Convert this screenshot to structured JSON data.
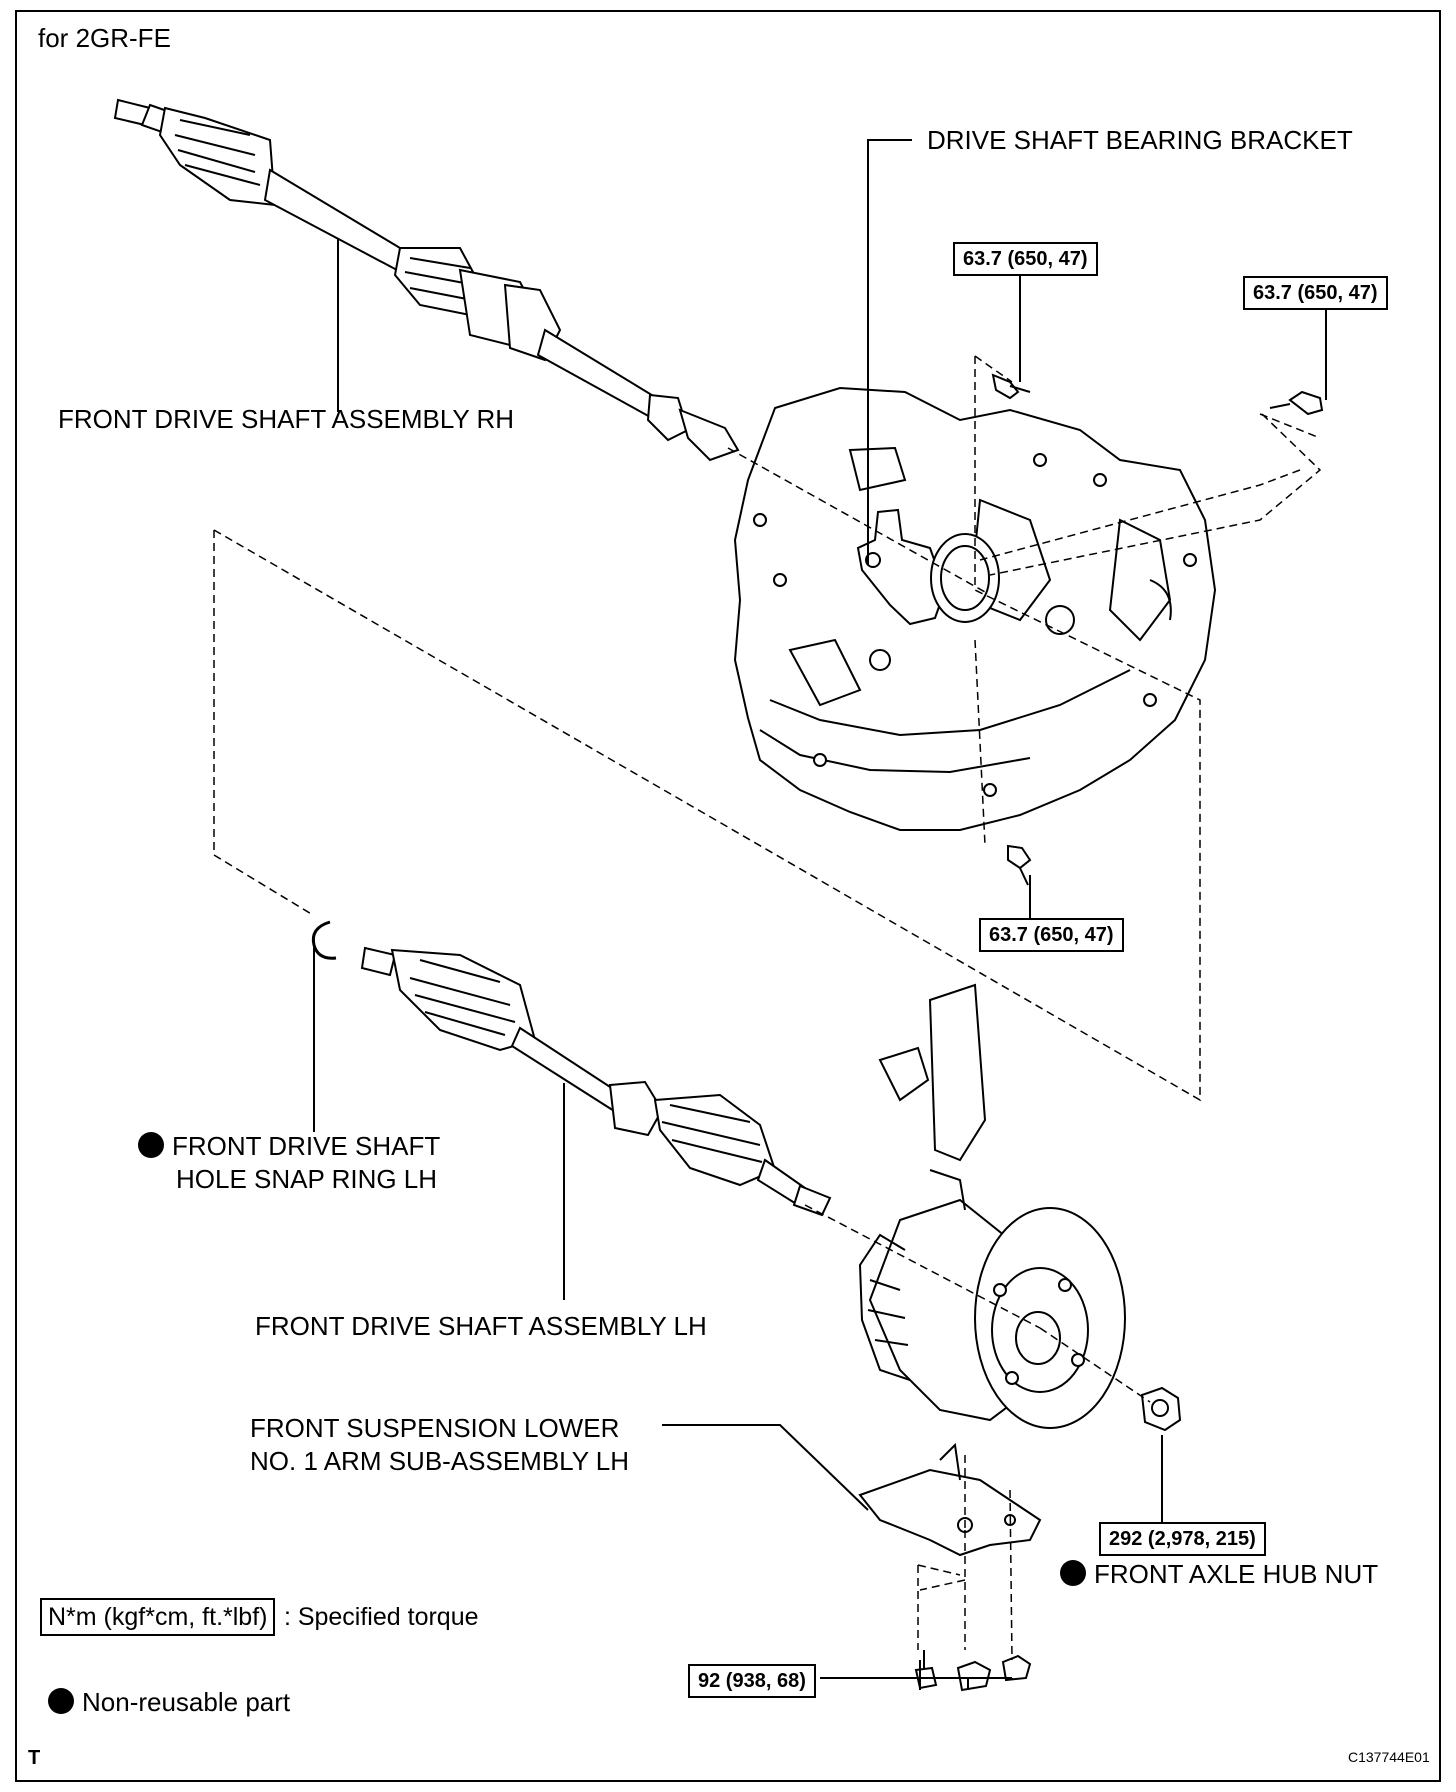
{
  "header": {
    "engine_note": "for 2GR-FE"
  },
  "labels": {
    "bearing_bracket": "DRIVE SHAFT BEARING BRACKET",
    "shaft_rh": "FRONT DRIVE SHAFT ASSEMBLY RH",
    "snap_ring_line1": "FRONT DRIVE SHAFT",
    "snap_ring_line2": "HOLE SNAP RING LH",
    "shaft_lh": "FRONT DRIVE SHAFT ASSEMBLY LH",
    "lower_arm_line1": "FRONT SUSPENSION LOWER",
    "lower_arm_line2": "NO. 1 ARM SUB-ASSEMBLY LH",
    "hub_nut": "FRONT AXLE HUB NUT"
  },
  "torques": {
    "bracket_bolt_top": "63.7 (650, 47)",
    "bracket_bolt_right": "63.7 (650, 47)",
    "bracket_bolt_bottom": "63.7 (650, 47)",
    "hub_nut": "292 (2,978, 215)",
    "ball_joint": "92 (938, 68)"
  },
  "legend": {
    "torque_unit": "N*m (kgf*cm, ft.*lbf)",
    "torque_desc": ": Specified torque",
    "non_reusable": "Non-reusable part"
  },
  "footer": {
    "corner_mark": "T",
    "figure_id": "C137744E01"
  }
}
